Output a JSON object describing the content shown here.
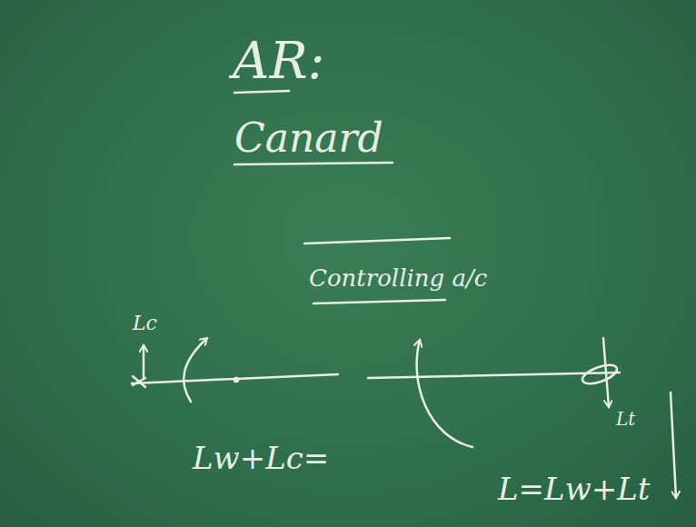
{
  "diagram": {
    "labels": [
      "AR:",
      "Canard",
      "Controlling a/c",
      "Lc",
      "Lw+Lc=",
      "Lt",
      "L=Lw+Lt"
    ]
  }
}
